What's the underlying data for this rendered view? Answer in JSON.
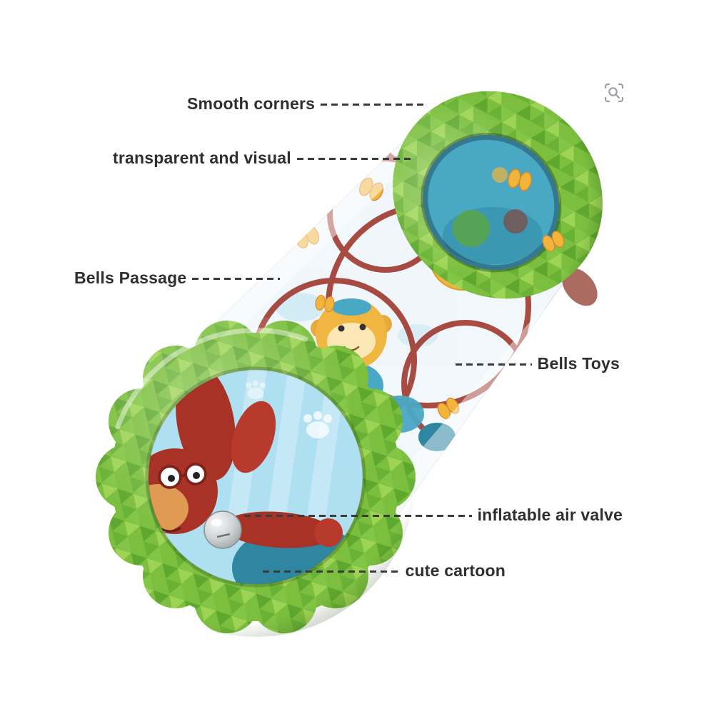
{
  "annotations": {
    "smooth_corners": "Smooth corners",
    "transparent_visual": "transparent and visual",
    "bells_passage": "Bells Passage",
    "bells_toys": "Bells Toys",
    "air_valve": "inflatable air valve",
    "cute_cartoon": "cute cartoon"
  },
  "icons": {
    "zoom": "zoom-search-icon"
  },
  "colors": {
    "ring_green": "#7cbf3f",
    "ring_green_dark": "#5fa82f",
    "ring_green_light": "#9ed455",
    "face_blue": "#aee0f2",
    "cartoon_red": "#a93226",
    "inner_teal": "#49a8c4",
    "hoop_red": "#a0392f",
    "toy_yellow": "#f2b53c",
    "label_text": "#2f2f2f",
    "line_color": "#3b3b3b"
  }
}
